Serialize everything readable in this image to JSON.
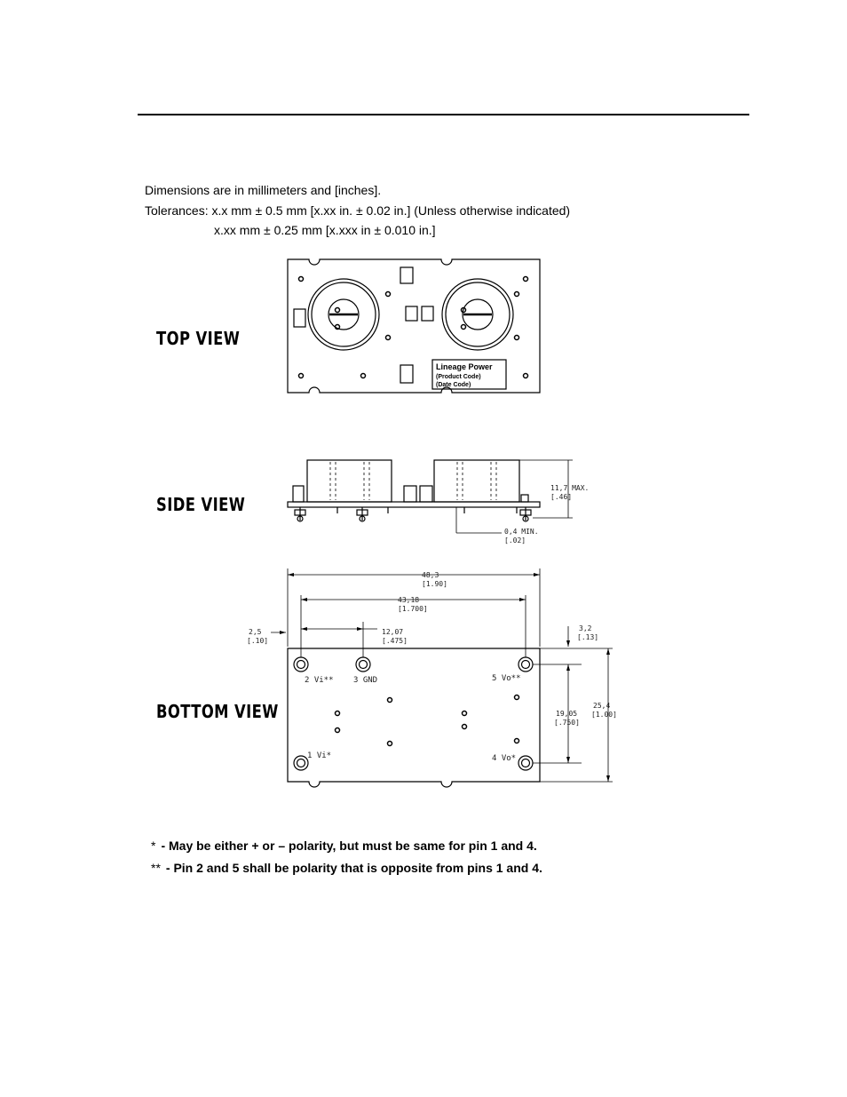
{
  "notes": {
    "line1": "Dimensions are in millimeters and [inches].",
    "line2": "Tolerances: x.x mm ± 0.5 mm [x.xx in. ± 0.02 in.] (Unless otherwise indicated)",
    "line3": "x.xx mm ± 0.25 mm [x.xxx in ± 0.010 in.]"
  },
  "views": {
    "top": "TOP  VIEW",
    "side": "SIDE  VIEW",
    "bottom": "BOTTOM  VIEW"
  },
  "label_plate": {
    "line1": "Lineage Power",
    "line2": "(Product Code)",
    "line3": "(Date Code)"
  },
  "side_dims": {
    "height": "11,7  MAX.",
    "height_in": "[.46]",
    "standoff": "0,4  MIN.",
    "standoff_in": "[.02]"
  },
  "bottom_dims": {
    "overall_w": "48,3",
    "overall_w_in": "[1.90]",
    "pin_span": "43,18",
    "pin_span_in": "[1.700]",
    "edge_offset": "2,5",
    "edge_offset_in": "[.10]",
    "gnd_offset": "12,07",
    "gnd_offset_in": "[.475]",
    "top_offset": "3,2",
    "top_offset_in": "[.13]",
    "pin_pitch_v": "19,05",
    "pin_pitch_v_in": "[.750]",
    "overall_h": "25,4",
    "overall_h_in": "[1.00]"
  },
  "pins": {
    "p1": "1  Vi*",
    "p2": "2  Vi**",
    "p3": "3  GND",
    "p4": "4  Vo*",
    "p5": "5  Vo**"
  },
  "footnotes": {
    "f1_mark": "*",
    "f1": "- May be either + or – polarity, but must be same for pin 1 and 4.",
    "f2_mark": "**",
    "f2": "- Pin 2 and 5 shall be polarity that is opposite from pins 1 and 4."
  }
}
